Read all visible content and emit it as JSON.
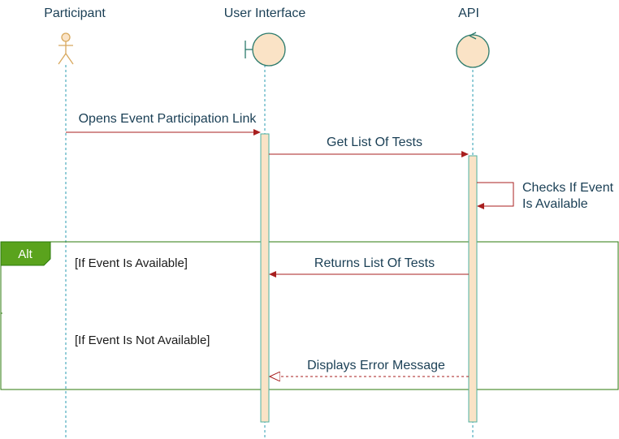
{
  "colors": {
    "lifeline": "#2a9bb0",
    "actor": "#d8a85d",
    "activation_fill": "#fae3c6",
    "activation_stroke": "#4fb0a0",
    "message": "#a81f1f",
    "alt_border": "#2b7a0b",
    "alt_tag": "#5aa31d",
    "text": "#1a3f55"
  },
  "participants": [
    {
      "id": "participant",
      "label": "Participant",
      "kind": "actor",
      "icon": "actor-icon"
    },
    {
      "id": "ui",
      "label": "User Interface",
      "kind": "boundary",
      "icon": "boundary-icon"
    },
    {
      "id": "api",
      "label": "API",
      "kind": "control",
      "icon": "control-icon"
    }
  ],
  "messages": [
    {
      "id": "m1",
      "label": "Opens Event Participation Link",
      "from": "participant",
      "to": "ui",
      "style": "sync"
    },
    {
      "id": "m2",
      "label": "Get List Of Tests",
      "from": "ui",
      "to": "api",
      "style": "sync"
    },
    {
      "id": "m3",
      "label": "Checks If Event Is Available",
      "lines": [
        "Checks If Event",
        "Is Available"
      ],
      "from": "api",
      "to": "api",
      "style": "self"
    },
    {
      "id": "m4",
      "label": "Returns List Of Tests",
      "from": "api",
      "to": "ui",
      "style": "sync"
    },
    {
      "id": "m5",
      "label": "Displays Error Message",
      "from": "api",
      "to": "ui",
      "style": "return"
    }
  ],
  "fragment": {
    "kind": "Alt",
    "guards": [
      "[If Event Is Available]",
      "[If Event Is Not Available]"
    ]
  }
}
